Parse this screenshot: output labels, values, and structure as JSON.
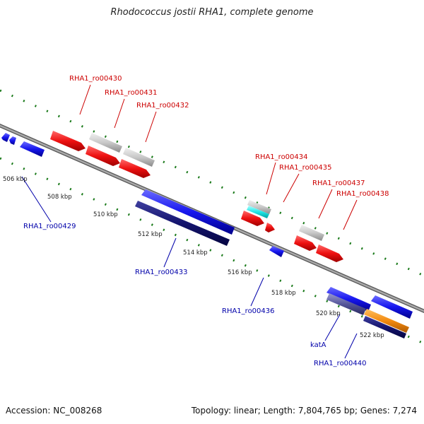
{
  "title": "Rhodococcus jostii RHA1, complete genome",
  "footer": {
    "accession": "Accession: NC_008268",
    "summary": "Topology: linear; Length: 7,804,765 bp; Genes: 7,274"
  },
  "colors": {
    "backbone": "#888888",
    "tick": "#1a7a1a",
    "label_forward": "#cc0000",
    "label_reverse": "#0000aa",
    "scale_text": "#222222"
  },
  "scale_labels": [
    "506 kbp",
    "508 kbp",
    "510 kbp",
    "512 kbp",
    "514 kbp",
    "516 kbp",
    "518 kbp",
    "520 kbp",
    "522 kbp"
  ],
  "gene_labels": [
    {
      "text": "RHA1_ro00430",
      "strand": "forward"
    },
    {
      "text": "RHA1_ro00431",
      "strand": "forward"
    },
    {
      "text": "RHA1_ro00432",
      "strand": "forward"
    },
    {
      "text": "RHA1_ro00434",
      "strand": "forward"
    },
    {
      "text": "RHA1_ro00435",
      "strand": "forward"
    },
    {
      "text": "RHA1_ro00437",
      "strand": "forward"
    },
    {
      "text": "RHA1_ro00438",
      "strand": "forward"
    },
    {
      "text": "RHA1_ro00429",
      "strand": "reverse"
    },
    {
      "text": "RHA1_ro00433",
      "strand": "reverse"
    },
    {
      "text": "RHA1_ro00436",
      "strand": "reverse"
    },
    {
      "text": "katA",
      "strand": "reverse"
    },
    {
      "text": "RHA1_ro00440",
      "strand": "reverse"
    }
  ]
}
